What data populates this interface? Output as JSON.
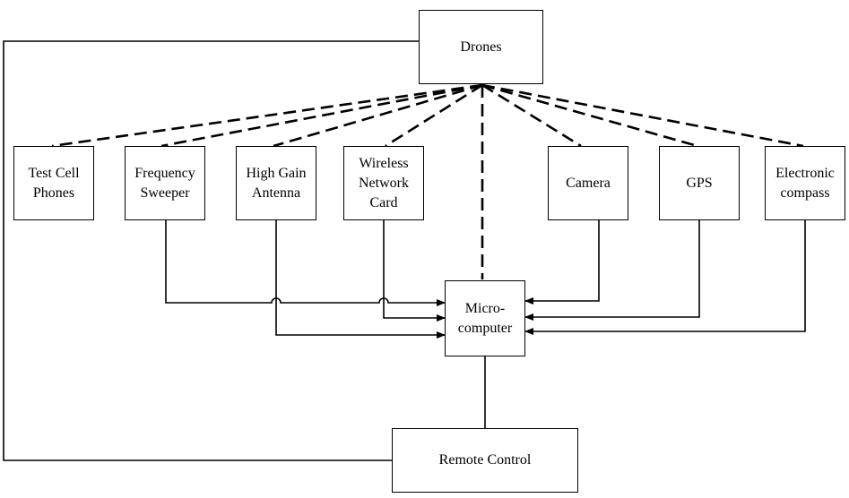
{
  "diagram": {
    "nodes": {
      "drones": {
        "label": "Drones"
      },
      "test_cell_phones": {
        "label": "Test Cell\nPhones"
      },
      "frequency_sweeper": {
        "label": "Frequency\nSweeper"
      },
      "high_gain_antenna": {
        "label": "High Gain\nAntenna"
      },
      "wireless_network_card": {
        "label": "Wireless\nNetwork\nCard"
      },
      "camera": {
        "label": "Camera"
      },
      "gps": {
        "label": "GPS"
      },
      "electronic_compass": {
        "label": "Electronic\ncompass"
      },
      "microcomputer": {
        "label": "Micro-\ncomputer"
      },
      "remote_control": {
        "label": "Remote Control"
      }
    },
    "edges": [
      {
        "from": "drones",
        "to": "test_cell_phones",
        "style": "dashed"
      },
      {
        "from": "drones",
        "to": "frequency_sweeper",
        "style": "dashed"
      },
      {
        "from": "drones",
        "to": "high_gain_antenna",
        "style": "dashed"
      },
      {
        "from": "drones",
        "to": "wireless_network_card",
        "style": "dashed"
      },
      {
        "from": "drones",
        "to": "microcomputer",
        "style": "dashed"
      },
      {
        "from": "drones",
        "to": "camera",
        "style": "dashed"
      },
      {
        "from": "drones",
        "to": "gps",
        "style": "dashed"
      },
      {
        "from": "drones",
        "to": "electronic_compass",
        "style": "dashed"
      },
      {
        "from": "frequency_sweeper",
        "to": "microcomputer",
        "style": "solid-arrow"
      },
      {
        "from": "high_gain_antenna",
        "to": "microcomputer",
        "style": "solid-arrow"
      },
      {
        "from": "wireless_network_card",
        "to": "microcomputer",
        "style": "solid-arrow"
      },
      {
        "from": "camera",
        "to": "microcomputer",
        "style": "solid-arrow"
      },
      {
        "from": "gps",
        "to": "microcomputer",
        "style": "solid-arrow"
      },
      {
        "from": "electronic_compass",
        "to": "microcomputer",
        "style": "solid-arrow"
      },
      {
        "from": "microcomputer",
        "to": "remote_control",
        "style": "solid"
      },
      {
        "from": "remote_control",
        "to": "drones",
        "style": "solid"
      }
    ]
  }
}
